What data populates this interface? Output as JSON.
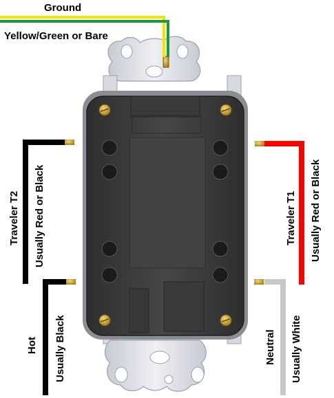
{
  "labels": {
    "ground_title": "Ground",
    "ground_desc": "Yellow/Green or Bare",
    "t2_title": "Traveler T2",
    "t2_desc": "Usually  Red or Black",
    "t1_title": "Traveler T1",
    "t1_desc": "Usually Red or Black",
    "hot_title": "Hot",
    "hot_desc": "Usually Black",
    "neutral_title": "Neutral",
    "neutral_desc": "Usually White"
  },
  "colors": {
    "ground_yellow": "#f2e600",
    "ground_green": "#1a9a3a",
    "traveler_t1": "#ff0000",
    "traveler_t2": "#000000",
    "hot": "#000000",
    "neutral": "#c8c8c8",
    "brass": "#c9a227",
    "body": "#3e3e3e",
    "strap": "#dcdfe6"
  }
}
